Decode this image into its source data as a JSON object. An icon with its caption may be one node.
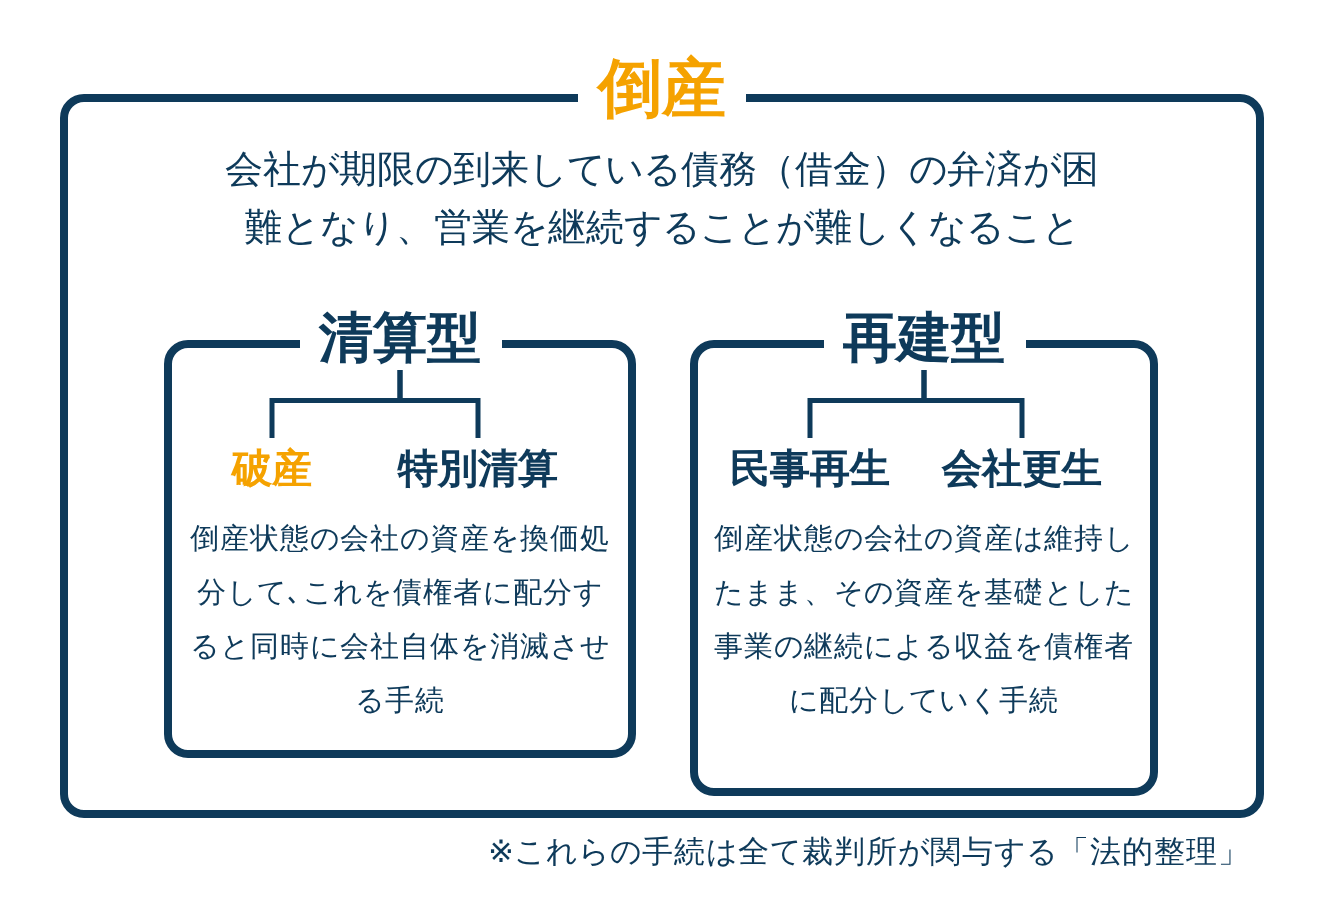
{
  "diagram": {
    "nodes": [
      {
        "text": [
          "倒産",
          "会社が期限の到来している債務（借金）の弁済が困難となり、営業を継続することが難しくなること"
        ]
      },
      {
        "text": [
          "清算型",
          "倒産状態の会社の資産を換価処分して､これを債権者に配分すると同時に会社自体を消滅させる手続"
        ],
        "in": 0
      },
      {
        "text": [
          "破産"
        ],
        "in": 1
      },
      {
        "text": [
          "特別清算"
        ],
        "in": 1
      },
      {
        "text": [
          "再建型",
          "倒産状態の会社の資産は維持したまま、その資産を基礎とした事業の継続による収益を債権者に配分していく手続"
        ],
        "in": 0
      },
      {
        "text": [
          "民事再生"
        ],
        "in": 4
      },
      {
        "text": [
          "会社更生"
        ],
        "in": 4
      }
    ],
    "edges": [
      {
        "from": 1,
        "to": 2,
        "arrow": "none"
      },
      {
        "from": 1,
        "to": 3,
        "arrow": "none"
      },
      {
        "from": 4,
        "to": 5,
        "arrow": "none"
      },
      {
        "from": 4,
        "to": 6,
        "arrow": "none"
      }
    ],
    "labels": [
      "※これらの手続は全て裁判所が関与する「法的整理」"
    ]
  }
}
